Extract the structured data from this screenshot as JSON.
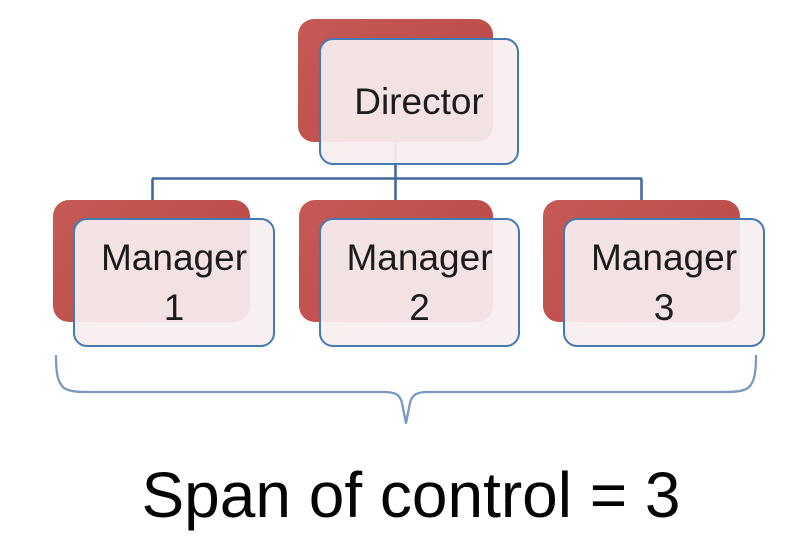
{
  "org_chart": {
    "director": {
      "label": "Director"
    },
    "managers": [
      {
        "label": "Manager 1",
        "lines": [
          "Manager",
          "1"
        ]
      },
      {
        "label": "Manager 2",
        "lines": [
          "Manager",
          "2"
        ]
      },
      {
        "label": "Manager 3",
        "lines": [
          "Manager",
          "3"
        ]
      }
    ],
    "caption": "Span of control = 3",
    "span_of_control_value": "3"
  },
  "theme": {
    "accent_red": "#c0504d",
    "card_fill": "#f7eeef",
    "card_border": "#4579b2",
    "connector_blue": "#44699c",
    "brace_blue": "#7b98c2",
    "text_color": "#1c1c1c",
    "caption_color": "#050505",
    "background": "#ffffff"
  }
}
